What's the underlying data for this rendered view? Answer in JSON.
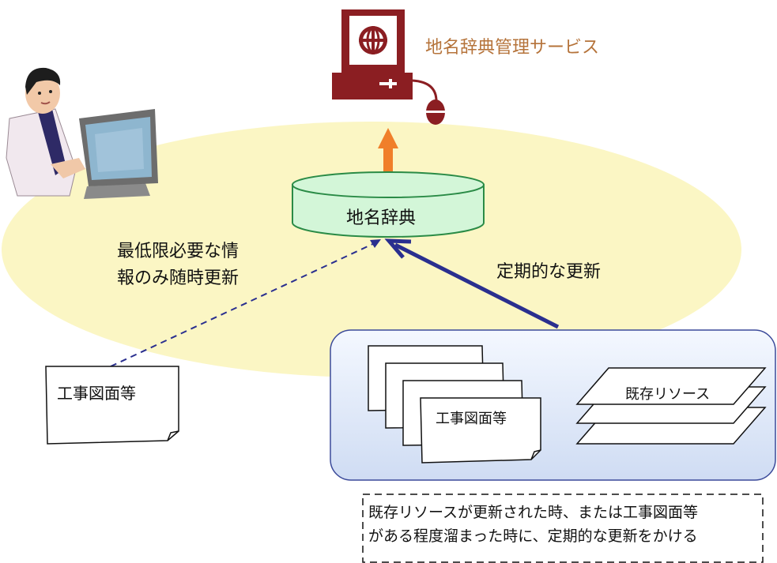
{
  "service": {
    "name": "地名辞典管理サービス",
    "icon": "globe-terminal-icon"
  },
  "dictionary": {
    "label": "地名辞典"
  },
  "arrows": {
    "minimal_update": {
      "line1": "最低限必要な情",
      "line2": "報のみ随時更新"
    },
    "periodic_update": {
      "label": "定期的な更新"
    }
  },
  "documents": {
    "single_label": "工事図面等",
    "stack_label": "工事図面等"
  },
  "resources": {
    "label": "既存リソース"
  },
  "note": {
    "line1": "既存リソースが更新された時、または工事図面等",
    "line2": "がある程度溜まった時に、定期的な更新をかける"
  },
  "colors": {
    "ellipse": "#fbf6c4",
    "dictionary_fill": "#d3f6d8",
    "dictionary_stroke": "#2a8b46",
    "arrow_up": "#f07f2a",
    "arrow_blue": "#2a2f8f",
    "service_text": "#b5733a",
    "terminal": "#8b1e22",
    "panel_fill": "#d9e5f7"
  }
}
